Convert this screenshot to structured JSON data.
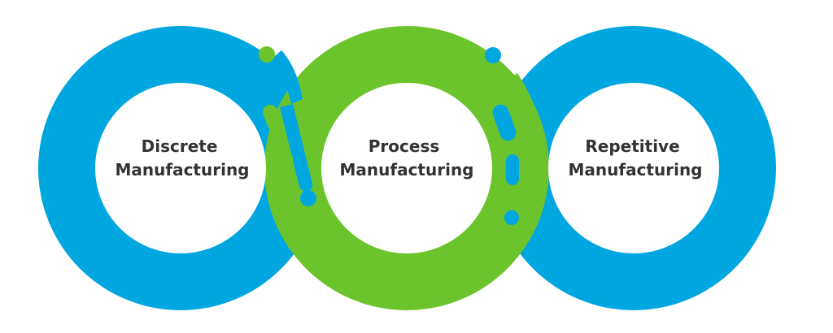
{
  "diagram": {
    "rings": [
      {
        "line1": "Discrete",
        "line2": "Manufacturing",
        "color": "#00a6e0"
      },
      {
        "line1": "Process",
        "line2": "Manufacturing",
        "color": "#6cc42c"
      },
      {
        "line1": "Repetitive",
        "line2": "Manufacturing",
        "color": "#00a6e0"
      }
    ],
    "colors": {
      "blue": "#00a6e0",
      "green": "#6cc42c",
      "center": "#ffffff",
      "text": "#333333",
      "background": "#ffffff"
    }
  }
}
